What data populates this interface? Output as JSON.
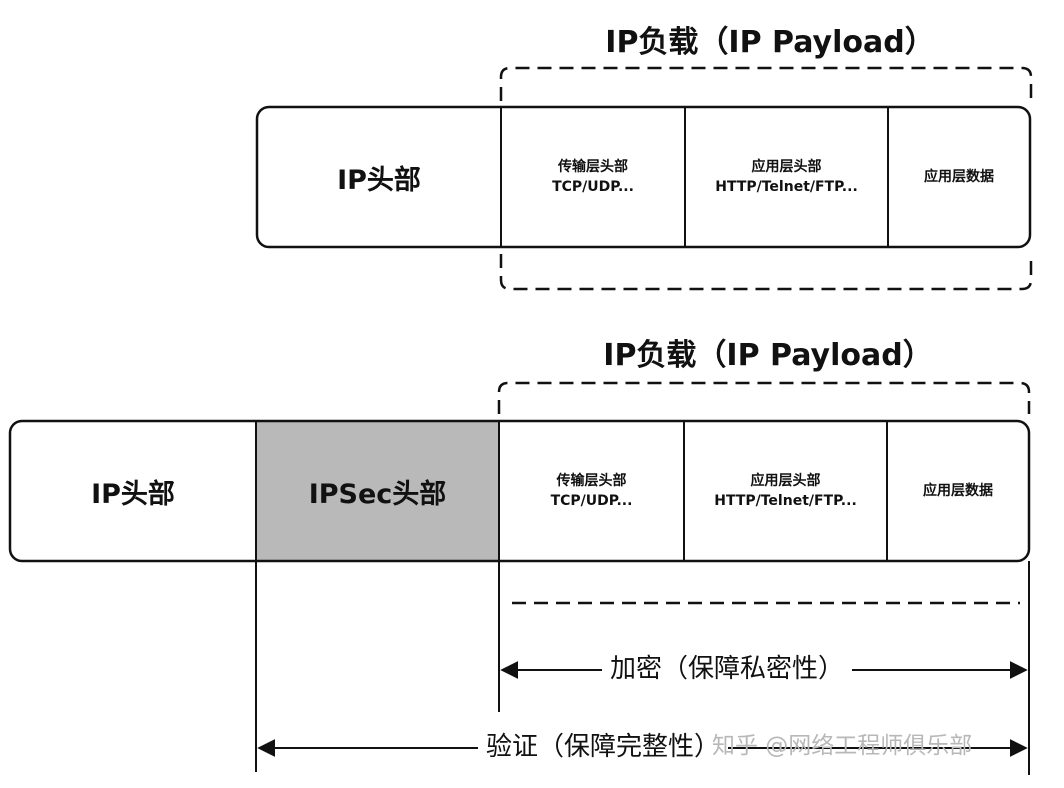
{
  "diagram": {
    "top": {
      "payload_title": "IP负载（IP Payload）",
      "ip_header": "IP头部",
      "transport_header": {
        "line1": "传输层头部",
        "line2": "TCP/UDP..."
      },
      "app_header": {
        "line1": "应用层头部",
        "line2": "HTTP/Telnet/FTP..."
      },
      "app_data": "应用层数据"
    },
    "bottom": {
      "payload_title": "IP负载（IP Payload）",
      "ip_header": "IP头部",
      "ipsec_header": "IPSec头部",
      "transport_header": {
        "line1": "传输层头部",
        "line2": "TCP/UDP..."
      },
      "app_header": {
        "line1": "应用层头部",
        "line2": "HTTP/Telnet/FTP..."
      },
      "app_data": "应用层数据"
    },
    "encryption_label": "加密（保障私密性）",
    "authentication_label": "验证（保障完整性）"
  },
  "watermark": "知乎 @网络工程师俱乐部",
  "colors": {
    "line": "#111111",
    "ipsec_fill": "#b9b9b9",
    "background": "#ffffff"
  }
}
